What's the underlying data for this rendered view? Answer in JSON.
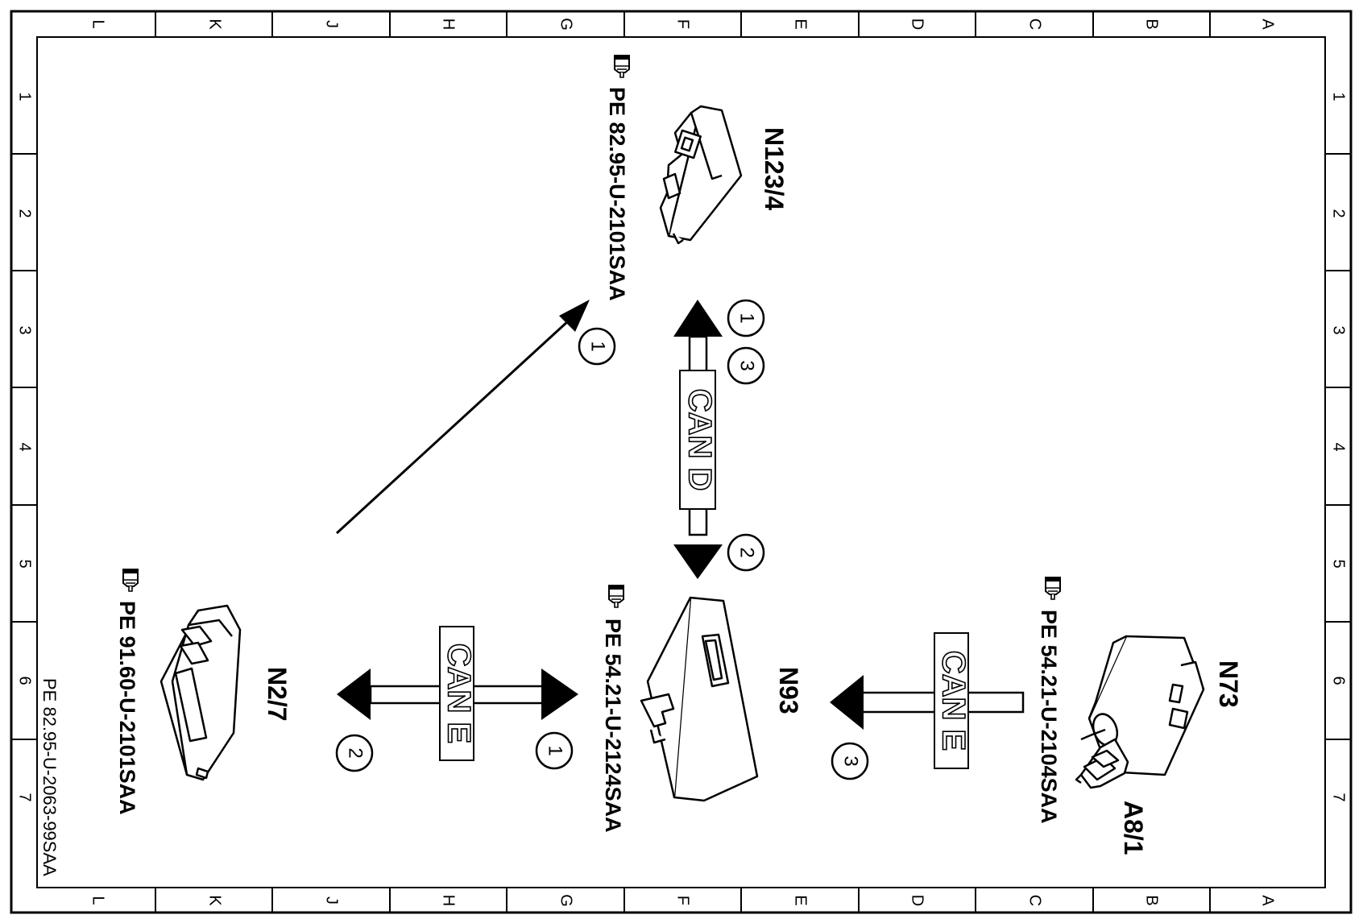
{
  "border": {
    "columns": [
      "L",
      "K",
      "J",
      "H",
      "G",
      "F",
      "E",
      "D",
      "C",
      "B",
      "A"
    ],
    "rows": [
      "1",
      "2",
      "3",
      "4",
      "5",
      "6",
      "7"
    ]
  },
  "components": {
    "n123_4": {
      "code": "N123/4",
      "ref": "PE 82.95-U-2101SAA"
    },
    "n93": {
      "code": "N93",
      "ref": "PE 54.21-U-2124SAA"
    },
    "n73": {
      "code": "N73",
      "ref": "PE 54.21-U-2104SAA"
    },
    "a8_1": {
      "code": "A8/1"
    },
    "n2_7": {
      "code": "N2/7",
      "ref": "PE 91.60-U-2101SAA"
    }
  },
  "buses": {
    "can_d": "CAN D",
    "can_e_left": "CAN E",
    "can_e_right": "CAN E"
  },
  "steps": {
    "s1_top": "1",
    "s3_top": "3",
    "s2_mid": "2",
    "s1_diag": "1",
    "s2_left": "2",
    "s1_left": "1",
    "s3_right": "3"
  },
  "document_id": "PE 82.95-U-2063-99SAA"
}
